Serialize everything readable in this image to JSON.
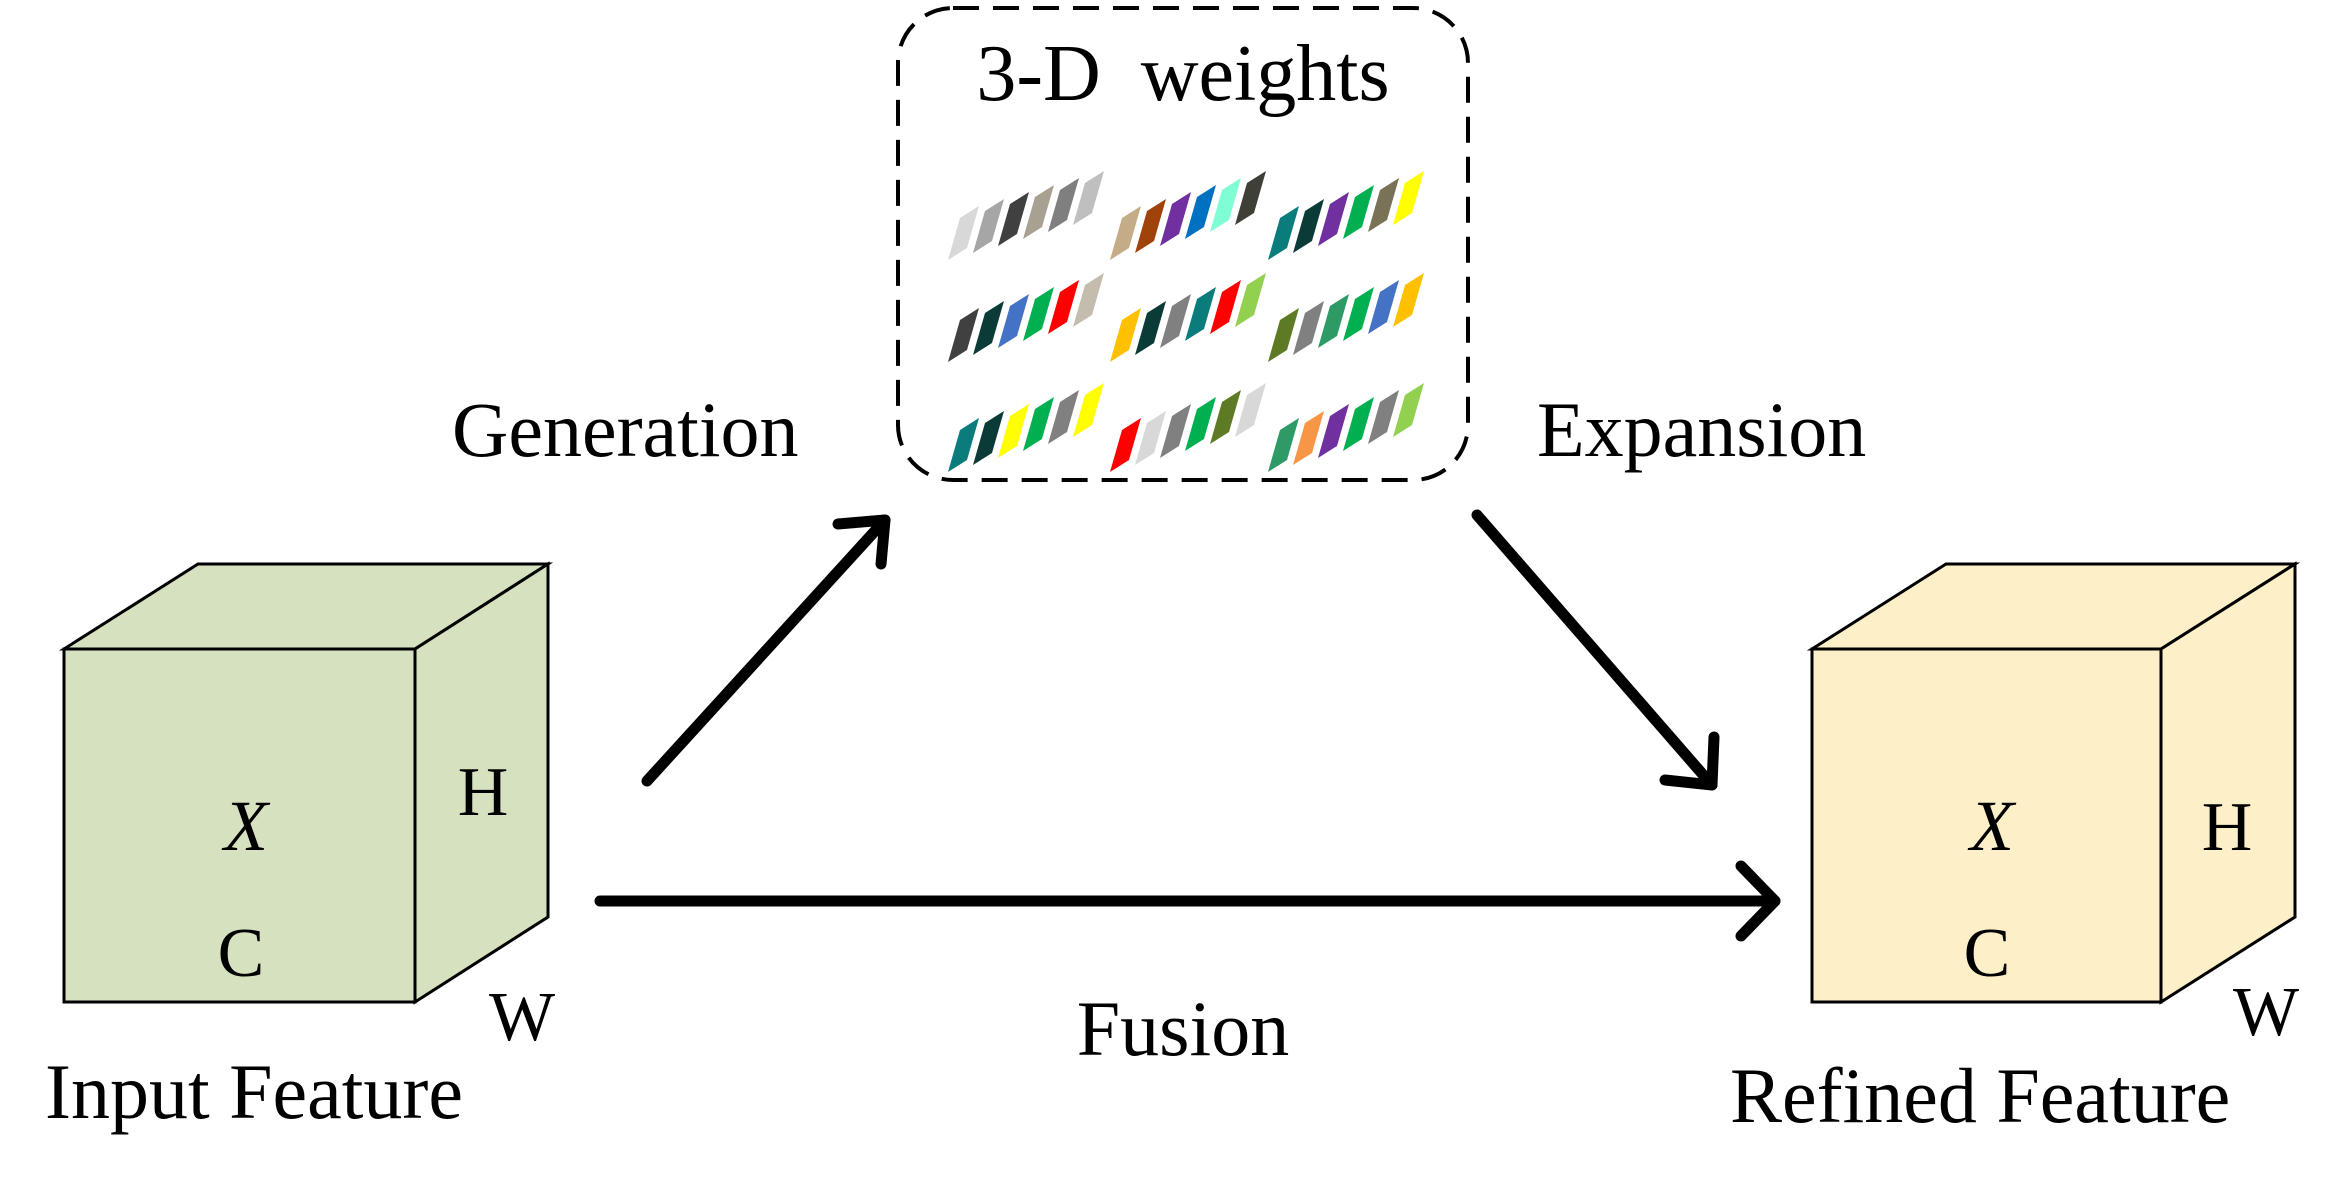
{
  "labels": {
    "weights_title": "3-D  weights",
    "generation": "Generation",
    "expansion": "Expansion",
    "fusion": "Fusion",
    "input_feature": "Input Feature",
    "refined_feature": "Refined Feature"
  },
  "input_cube": {
    "variable": "X",
    "height": "H",
    "channels": "C",
    "width": "W",
    "front_color": "#d6e2bf",
    "side_color": "#d6e2bf"
  },
  "refined_cube": {
    "variable": "X",
    "height": "H",
    "channels": "C",
    "width": "W",
    "front_color": "#fdf0c9",
    "side_color": "#fdf0c9"
  },
  "weight_groups": [
    [
      "#d8d8d8",
      "#a6a6a6",
      "#404040",
      "#a8a090",
      "#7f7f7f",
      "#bfbfbf"
    ],
    [
      "#c4ad86",
      "#a0430a",
      "#7030a0",
      "#0070c0",
      "#7ffdd4",
      "#403f37"
    ],
    [
      "#0a7c7c",
      "#0b3b37",
      "#7030a0",
      "#00b050",
      "#7a7256",
      "#ffff00"
    ],
    [
      "#404040",
      "#0b3b37",
      "#4472c4",
      "#00b050",
      "#ff0000",
      "#c4bdae"
    ],
    [
      "#ffc000",
      "#0b3b37",
      "#808080",
      "#0a7c7c",
      "#ff0000",
      "#92d050"
    ],
    [
      "#5f7a25",
      "#808080",
      "#2e9a66",
      "#00b050",
      "#4472c4",
      "#ffc000"
    ],
    [
      "#0a7c7c",
      "#0b3b37",
      "#ffff00",
      "#00b050",
      "#808080",
      "#ffff00"
    ],
    [
      "#ff0000",
      "#d8d8d8",
      "#808080",
      "#00b050",
      "#5f7a25",
      "#d8d8d8"
    ],
    [
      "#2e9a66",
      "#f79646",
      "#7030a0",
      "#00b050",
      "#808080",
      "#92d050"
    ]
  ]
}
